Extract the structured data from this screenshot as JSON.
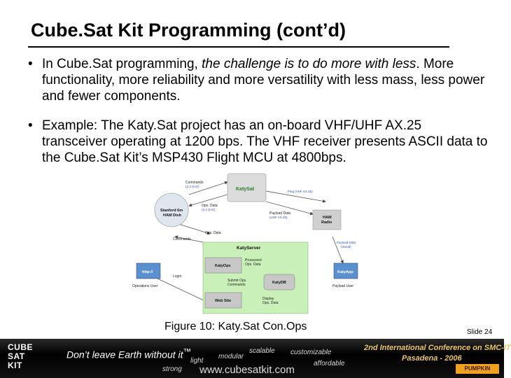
{
  "slide": {
    "title": "Cube.Sat Kit Programming (cont’d)",
    "bullet_symbol": "•",
    "bullets": [
      {
        "text_before": "In Cube.Sat programming, ",
        "text_emphasis": "the challenge is to do more with less",
        "text_after": ". More functionality, more reliability and more versatility with less mass, less power and fewer components."
      },
      {
        "text": "Example: The Katy.Sat project has an on-board VHF/UHF AX.25 transceiver operating at 1200 bps. The VHF receiver presents ASCII data to the Cube.Sat Kit’s MSP430 Flight MCU at 4800bps."
      }
    ],
    "caption": "Figure 10: Katy.Sat Con.Ops",
    "slide_number": "Slide 24"
  },
  "diagram": {
    "commands_top": "Commands",
    "commands_top_sub": "(2.4 GHz)",
    "satellite_label": "KatySat",
    "ping": "Ping (VHF AX.25)",
    "dish_label_1": "Stanford 6m",
    "dish_label_2": "HAM Dish",
    "ops_data": "Ops. Data",
    "ops_data_sub": "(2.4 GHz)",
    "payload_data": "Payload Data",
    "payload_data_sub": "(UHF AX.25)",
    "ham_radio_1": "HAM",
    "ham_radio_2": "Radio",
    "ops_data_2": "Ops. Data",
    "commands_2": "Commands",
    "server_label": "KatyServer",
    "payload_data_serial": "Payload Data",
    "payload_data_serial_sub": "(Serial)",
    "katy_ops": "KatyOps",
    "processed_1": "Processed",
    "processed_2": "Ops. Data",
    "katy_db": "KatyDB",
    "submit_1": "Submit Ops.",
    "submit_2": "Commands",
    "web_site": "Web Site",
    "display_1": "Display",
    "display_2": "Ops. Data",
    "http": "http://",
    "login": "Login",
    "operations_user": "Operations User",
    "katy_app": "KatyApp",
    "payload_user": "Payload User"
  },
  "footer": {
    "logo_lines": [
      "CUBE",
      "SAT",
      "KIT"
    ],
    "tagline": "Don’t leave Earth without it",
    "tm": "™",
    "words": [
      "modular",
      "scalable",
      "customizable",
      "light",
      "strong",
      "affordable"
    ],
    "url": "www.cubesatkit.com",
    "conference_line1": "2nd International Conference on SMC-IT",
    "conference_line2": "Pasadena - 2006",
    "brand": "PUMPKIN"
  },
  "colors": {
    "server_green": "#c9f0b8",
    "node_gray": "#c8c8c8",
    "accent_blue": "#3050c0",
    "footer_gold": "#e9c36a",
    "brand_orange": "#f0a020"
  }
}
